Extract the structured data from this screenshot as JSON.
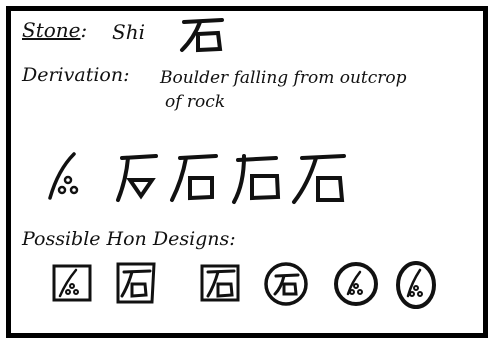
{
  "heading": {
    "word": "Stone",
    "separator": ":",
    "reading": "Shi",
    "kanji": "石"
  },
  "derivation": {
    "label": "Derivation:",
    "line1": "Boulder falling from outcrop",
    "line2": "of rock"
  },
  "evolution_icons": [
    "pictograph-stage-1-icon",
    "pictograph-stage-2-icon",
    "pictograph-stage-3-icon",
    "pictograph-stage-4-icon",
    "pictograph-stage-5-icon"
  ],
  "hon": {
    "label": "Possible Hon Designs:",
    "designs": [
      "square-pictograph-icon",
      "square-kanji-icon",
      "plain-kanji-icon",
      "circle-kanji-icon",
      "circle-pictograph-icon",
      "oval-pictograph-icon"
    ]
  },
  "colors": {
    "ink": "#111111",
    "paper": "#ffffff",
    "frame": "#000000"
  }
}
